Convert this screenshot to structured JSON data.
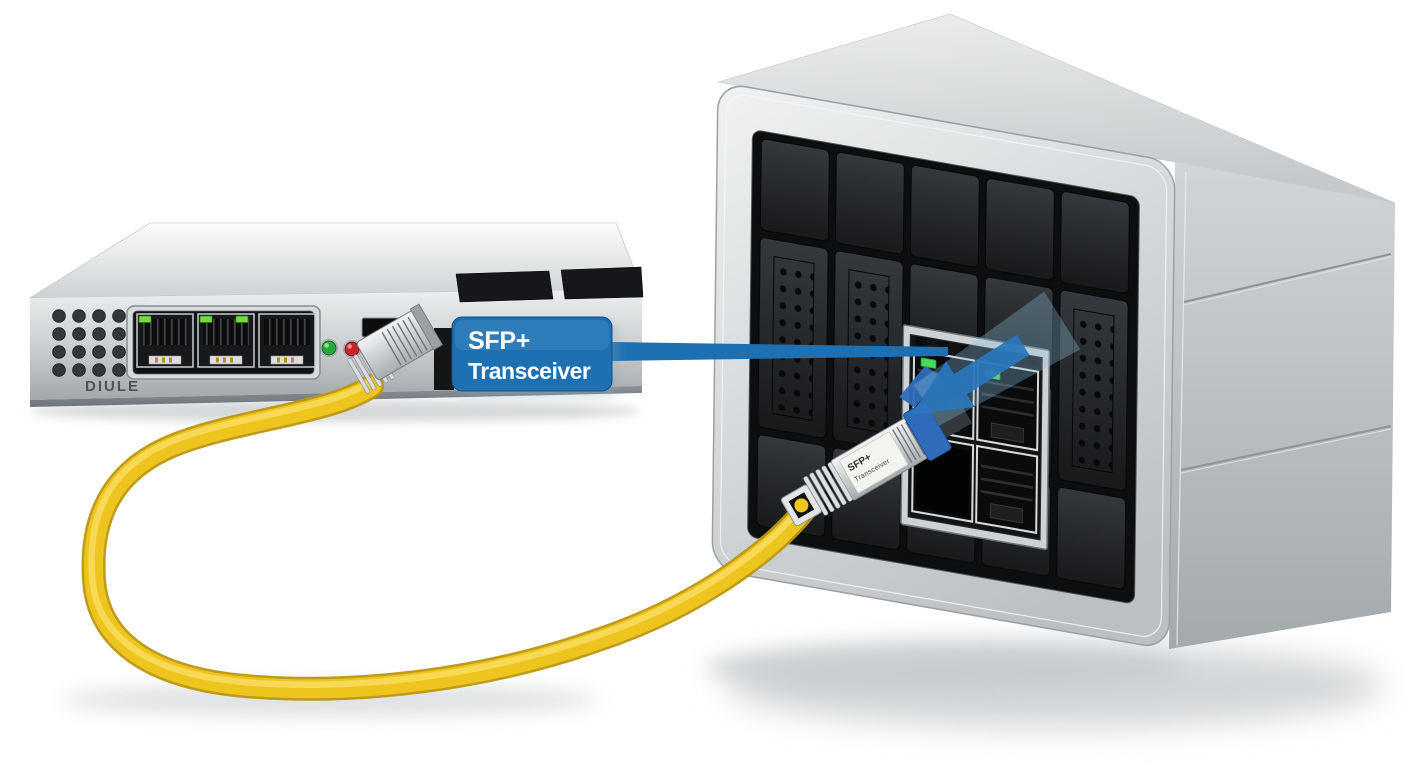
{
  "scene": {
    "background_color": "#ffffff"
  },
  "callout": {
    "line1": "SFP+",
    "line2": "Transceiver",
    "box_color": "#1d71b3",
    "text_color": "#ffffff"
  },
  "left_switch": {
    "brand_label": "DIULE",
    "vent_hole_rows": 4,
    "vent_hole_cols": 4,
    "ethernet_port_count": 3,
    "port_led_color": "#74de39",
    "status_led_green": "#27a83c",
    "status_led_red": "#c5252d"
  },
  "fiber_cable": {
    "color": "#eec41e",
    "shade_color": "#bb960f",
    "highlight_color": "#f9e06a"
  },
  "cube_switch": {
    "blank_module_cols": 5,
    "blank_module_rows": 4,
    "port_panel_port_count": 4,
    "port_led_color": "#46da55",
    "sfp_module_label_line1": "SFP+",
    "sfp_module_label_line2": "Transceiver",
    "latch_color": "#2e6cba",
    "insertion_arrow_color": "#2a77bc"
  }
}
